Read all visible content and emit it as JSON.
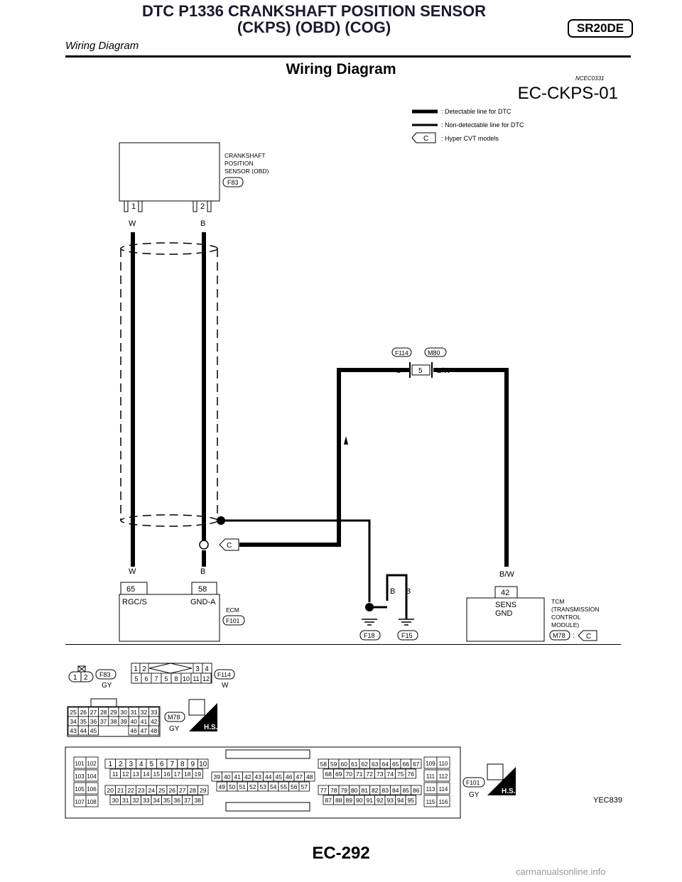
{
  "header": {
    "title_line1": "DTC P1336 CRANKSHAFT POSITION SENSOR",
    "title_line2": "(CKPS) (OBD) (COG)",
    "badge": "SR20DE",
    "subtitle": "Wiring Diagram"
  },
  "section": {
    "title": "Wiring Diagram",
    "code": "NCEC0331"
  },
  "diagram_id": "EC-CKPS-01",
  "legend": {
    "detectable": ": Detectable line for DTC",
    "non_detectable": ": Non-detectable line for DTC",
    "hyper_symbol": "C",
    "hyper": ": Hyper CVT models"
  },
  "sensor": {
    "name_line1": "CRANKSHAFT",
    "name_line2": "POSITION",
    "name_line3": "SENSOR (OBD)",
    "connector": "F83",
    "pin1": "1",
    "pin2": "2",
    "wire1": "W",
    "wire2": "B"
  },
  "junction": {
    "conn_left": "F114",
    "conn_right": "M80",
    "pin": "5",
    "wire_left": "B",
    "wire_right": "B/W"
  },
  "ecm": {
    "label": "ECM",
    "connector": "F101",
    "pin_a": "65",
    "pin_b": "58",
    "term_a": "RGC/S",
    "term_b": "GND-A",
    "wire_a": "W",
    "wire_b": "B",
    "hyper_symbol": "C"
  },
  "grounds": {
    "g1": "F18",
    "g2": "F15",
    "wire1": "B",
    "wire2": "B"
  },
  "tcm": {
    "label_line1": "TCM",
    "label_line2": "(TRANSMISSION",
    "label_line3": "CONTROL",
    "label_line4": "MODULE)",
    "pin": "42",
    "wire": "B/W",
    "term_line1": "SENS",
    "term_line2": "GND",
    "connector": "M78",
    "colon": ":",
    "hyper_symbol": "C"
  },
  "connectors_view": {
    "f83": {
      "name": "F83",
      "color": "GY",
      "pins": [
        "1",
        "2"
      ]
    },
    "f114": {
      "name": "F114",
      "color": "W",
      "row1": [
        "1",
        "2",
        "3",
        "4"
      ],
      "row2": [
        "5",
        "6",
        "7",
        "5",
        "8",
        "10",
        "11",
        "12"
      ]
    },
    "m78": {
      "name": "M78",
      "color": "GY",
      "row1": [
        "25",
        "26",
        "27",
        "28",
        "29",
        "30",
        "31",
        "32",
        "33"
      ],
      "row2": [
        "34",
        "35",
        "36",
        "37",
        "38",
        "39",
        "40",
        "41",
        "42"
      ],
      "row3a": [
        "43",
        "44",
        "45"
      ],
      "row3b": [
        "46",
        "47",
        "48"
      ]
    },
    "f101": {
      "name": "F101",
      "color": "GY",
      "left": [
        [
          "101",
          "102"
        ],
        [
          "103",
          "104"
        ],
        [
          "105",
          "106"
        ],
        [
          "107",
          "108"
        ]
      ],
      "b1r1": [
        "1",
        "2",
        "3",
        "4",
        "5",
        "6",
        "7",
        "8",
        "9",
        "10"
      ],
      "b1r2": [
        "11",
        "12",
        "13",
        "14",
        "15",
        "16",
        "17",
        "18",
        "19"
      ],
      "b1r3": [
        "20",
        "21",
        "22",
        "23",
        "24",
        "25",
        "26",
        "27",
        "28",
        "29"
      ],
      "b1r4": [
        "30",
        "31",
        "32",
        "33",
        "34",
        "35",
        "36",
        "37",
        "38"
      ],
      "b2r1": [
        "39",
        "40",
        "41",
        "42",
        "43",
        "44",
        "45",
        "46",
        "47",
        "48"
      ],
      "b2r2": [
        "49",
        "50",
        "51",
        "52",
        "53",
        "54",
        "55",
        "56",
        "57"
      ],
      "b3r1": [
        "58",
        "59",
        "60",
        "61",
        "62",
        "63",
        "64",
        "65",
        "66",
        "67"
      ],
      "b3r2": [
        "68",
        "69",
        "70",
        "71",
        "72",
        "73",
        "74",
        "75",
        "76"
      ],
      "b3r3": [
        "77",
        "78",
        "79",
        "80",
        "81",
        "82",
        "83",
        "84",
        "85",
        "86"
      ],
      "b3r4": [
        "87",
        "88",
        "89",
        "90",
        "91",
        "92",
        "93",
        "94",
        "95"
      ],
      "right": [
        [
          "109",
          "110"
        ],
        [
          "111",
          "112"
        ],
        [
          "113",
          "114"
        ],
        [
          "115",
          "116"
        ]
      ]
    },
    "hs": "H.S."
  },
  "figure_code": "YEC839",
  "page_number": "EC-292",
  "watermark": "carmanualsonline.info"
}
